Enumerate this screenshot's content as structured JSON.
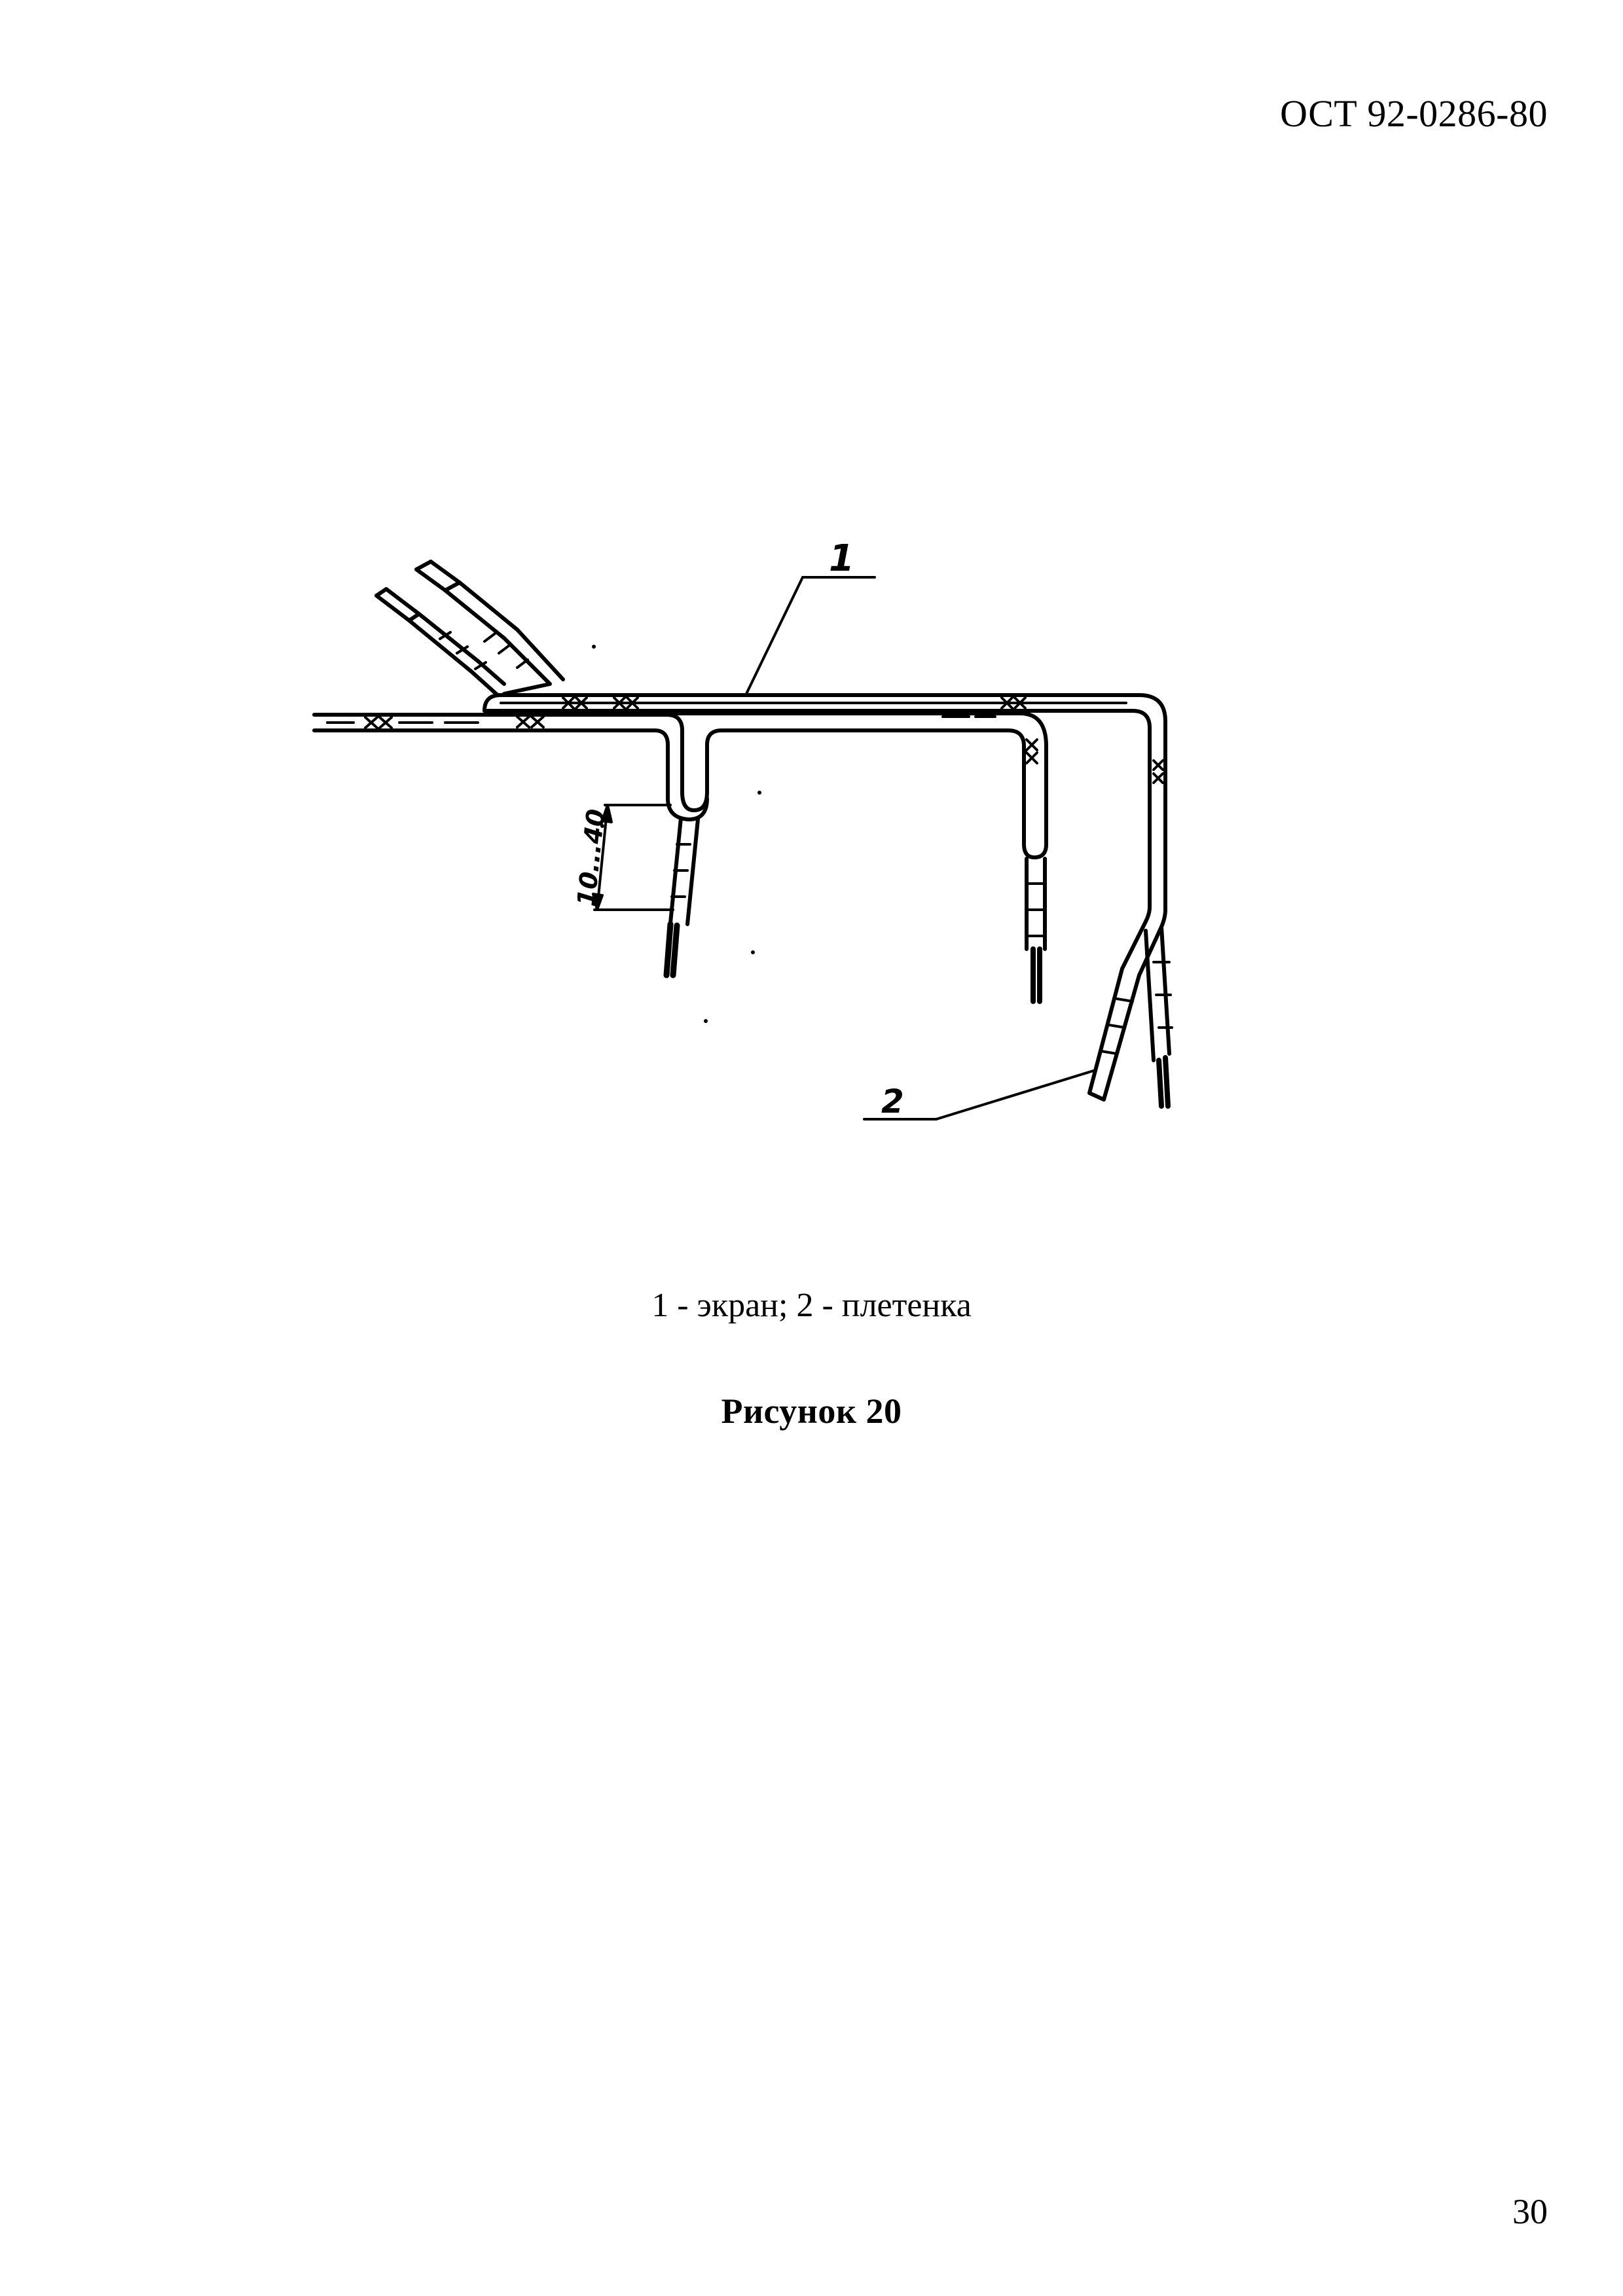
{
  "header": {
    "document_code": "ОСТ 92-0286-80"
  },
  "figure": {
    "callout_1": "1",
    "callout_2": "2",
    "dimension_label": "10...40",
    "legend": "1 - экран; 2 - плетенка",
    "caption": "Рисунок  20"
  },
  "footer": {
    "page_number": "30"
  }
}
